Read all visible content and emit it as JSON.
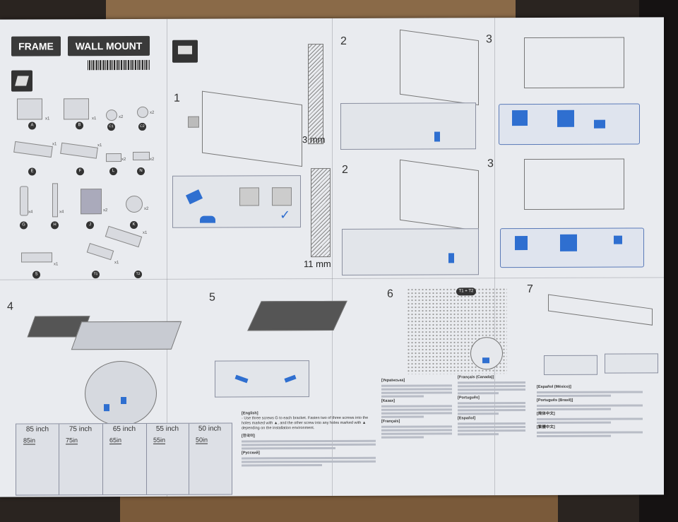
{
  "header": {
    "frame_label": "FRAME",
    "wall_mount_label": "WALL MOUNT"
  },
  "parts": [
    {
      "id": "A",
      "qty": "x1"
    },
    {
      "id": "B",
      "qty": "x1"
    },
    {
      "id": "C1",
      "qty": "x2"
    },
    {
      "id": "C2",
      "qty": "x2"
    },
    {
      "id": "E",
      "qty": "x1"
    },
    {
      "id": "F",
      "qty": "x1"
    },
    {
      "id": "L",
      "qty": "x2"
    },
    {
      "id": "N",
      "qty": "x2"
    },
    {
      "id": "G",
      "qty": "x4"
    },
    {
      "id": "H",
      "qty": "x4"
    },
    {
      "id": "J",
      "qty": "x2"
    },
    {
      "id": "K",
      "qty": "x2"
    },
    {
      "id": "S",
      "qty": "x1"
    },
    {
      "id": "T1",
      "qty": "x1"
    },
    {
      "id": "T2",
      "qty": "x1"
    }
  ],
  "steps": {
    "s1": "1",
    "s2a": "2",
    "s2b": "2",
    "s3a": "3",
    "s3b": "3",
    "s4": "4",
    "s5": "5",
    "s6": "6",
    "s7": "7"
  },
  "measurements": {
    "thin": "3 mm",
    "thick": "11 mm"
  },
  "callouts": {
    "t1_t2": "T1 + T2"
  },
  "sizes": [
    {
      "top": "85 inch",
      "tag": "85in"
    },
    {
      "top": "75 inch",
      "tag": "75in"
    },
    {
      "top": "65 inch",
      "tag": "65in"
    },
    {
      "top": "55 inch",
      "tag": "55in"
    },
    {
      "top": "50 inch",
      "tag": "50in"
    }
  ],
  "languages": {
    "english": "[English]",
    "english_text": "- Use three screws G to each bracket. Fasten two of three screws into the holes marked with ▲, and the other screw into any holes marked with ▲ depending on the installation environment.",
    "korean": "[한국어]",
    "russian": "[Русский]",
    "ukrainian": "[Українська]",
    "kazakh": "[Казах]",
    "french": "[Français]",
    "french_canada": "[Français (Canada)]",
    "portuguese": "[Português]",
    "spanish": "[Español]",
    "spanish_mexico": "[Español (México)]",
    "portuguese_brazil": "[Português (Brasil)]",
    "chinese_simplified": "[简体中文]",
    "chinese_traditional": "[繁體中文]"
  }
}
